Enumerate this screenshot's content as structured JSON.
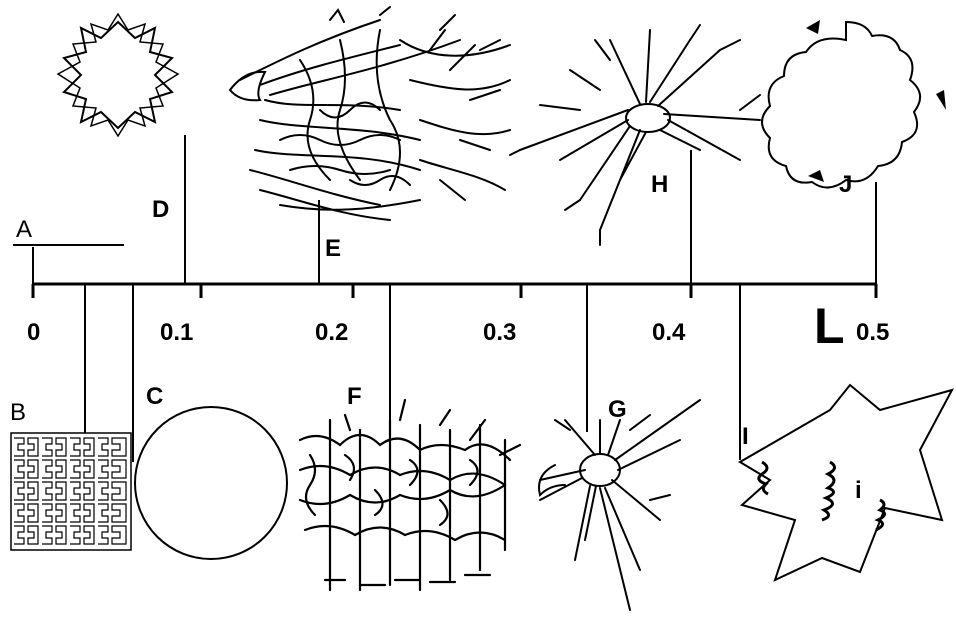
{
  "axis": {
    "ticks": [
      {
        "value": 0,
        "label": "0"
      },
      {
        "value": 0.1,
        "label": "0.1"
      },
      {
        "value": 0.2,
        "label": "0.2"
      },
      {
        "value": 0.3,
        "label": "0.3"
      },
      {
        "value": 0.4,
        "label": "0.4"
      },
      {
        "value": 0.5,
        "label": "0.5"
      }
    ],
    "end_marker": "L"
  },
  "panels": [
    {
      "label": "A",
      "value": 0.0,
      "shape": "scale-bar"
    },
    {
      "label": "B",
      "value": 0.035,
      "shape": "hilbert-curve"
    },
    {
      "label": "C",
      "value": 0.068,
      "shape": "circle"
    },
    {
      "label": "D",
      "value": 0.1,
      "shape": "koch-snowflake"
    },
    {
      "label": "E",
      "value": 0.18,
      "shape": "branching-cell"
    },
    {
      "label": "F",
      "value": 0.22,
      "shape": "dense-branching-cell"
    },
    {
      "label": "G",
      "value": 0.34,
      "shape": "stellate-cell"
    },
    {
      "label": "H",
      "value": 0.4,
      "shape": "stellate-cell"
    },
    {
      "label": "I",
      "value": 0.433,
      "shape": "star-polygon-with-notches"
    },
    {
      "label": "J",
      "value": 0.5,
      "shape": "rounded-koch-outline"
    }
  ],
  "inset_label": "i"
}
